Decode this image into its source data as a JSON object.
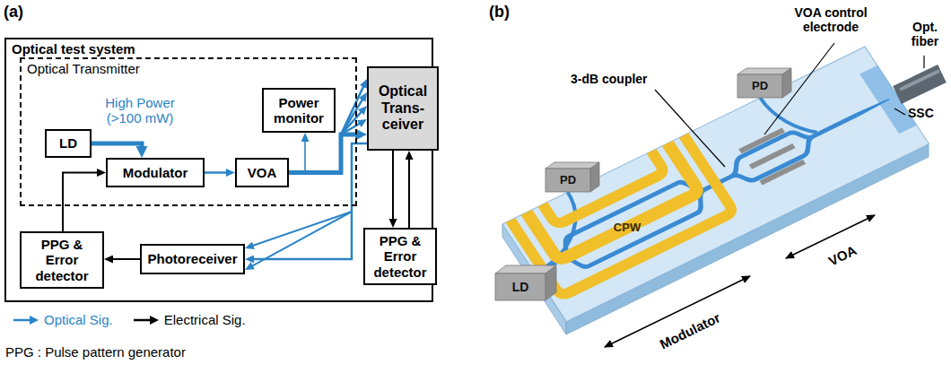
{
  "diagram": {
    "nodes": [
      {
        "text": [
          "Optical test system"
        ]
      },
      {
        "text": [
          "Optical Transmitter"
        ],
        "in": 0
      },
      {
        "text": [
          "LD"
        ],
        "in": 1
      },
      {
        "text": [
          "Modulator"
        ],
        "in": 1
      },
      {
        "text": [
          "VOA"
        ],
        "in": 1
      },
      {
        "text": [
          "Power monitor"
        ],
        "in": 1
      },
      {
        "text": [
          "Optical Trans- ceiver"
        ],
        "in": 0
      },
      {
        "text": [
          "PPG & Error detector"
        ],
        "in": 0
      },
      {
        "text": [
          "Photoreceiver"
        ],
        "in": 0
      },
      {
        "text": [
          "PPG & Error detector"
        ],
        "in": 0
      }
    ],
    "edges": [
      {
        "from": 2,
        "to": 3,
        "arrow": "to",
        "label": "High Power (>100 mW)"
      },
      {
        "from": 3,
        "to": 4,
        "arrow": "to"
      },
      {
        "from": 4,
        "to": 5,
        "arrow": "to"
      },
      {
        "from": 4,
        "to": 6,
        "arrow": "to"
      },
      {
        "from": 6,
        "to": 8,
        "arrow": "to"
      },
      {
        "from": 8,
        "to": 7,
        "arrow": "to"
      },
      {
        "from": 7,
        "to": 3,
        "arrow": "to"
      },
      {
        "from": 6,
        "to": 9,
        "arrow": "to"
      },
      {
        "from": 9,
        "to": 6,
        "arrow": "to"
      }
    ],
    "labels": [
      "(a)",
      "PPG : Pulse pattern generator",
      "(b)",
      "Opt. fiber",
      "VOA control electrode",
      "PD",
      "3-dB coupler",
      "PD",
      "CPW",
      "SSC",
      "VOA",
      "Modulator",
      "LD"
    ],
    "legend": [
      {
        "text": "Optical Sig."
      },
      {
        "text": "Electrical Sig."
      }
    ]
  }
}
